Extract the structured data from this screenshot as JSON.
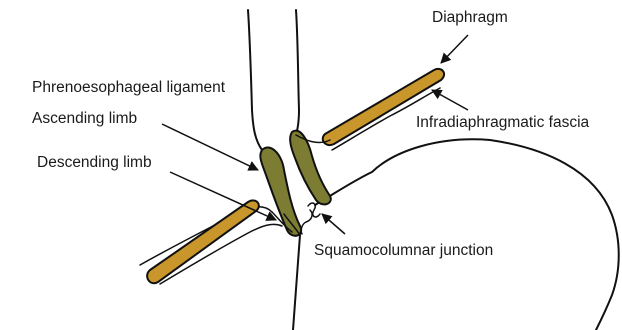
{
  "labels": {
    "diaphragm": "Diaphragm",
    "phrenoesophageal_ligament": "Phrenoesophageal ligament",
    "ascending_limb": "Ascending limb",
    "descending_limb": "Descending limb",
    "infradiaphragmatic_fascia": "Infradiaphragmatic fascia",
    "squamocolumnar_junction": "Squamocolumnar junction"
  },
  "colors": {
    "diaphragm_fill": "#c8962a",
    "ligament_fill": "#7c7d33",
    "outline": "#111111",
    "background": "#ffffff"
  }
}
